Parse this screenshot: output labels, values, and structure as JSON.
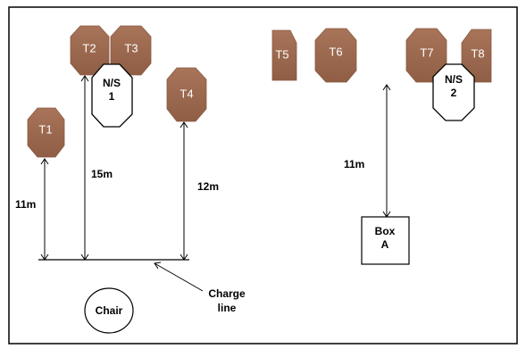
{
  "targets": {
    "t1": "T1",
    "t2": "T2",
    "t3": "T3",
    "t4": "T4",
    "t5": "T5",
    "t6": "T6",
    "t7": "T7",
    "t8": "T8"
  },
  "no_shoots": {
    "ns1": {
      "line1": "N/S",
      "line2": "1"
    },
    "ns2": {
      "line1": "N/S",
      "line2": "2"
    }
  },
  "distances": {
    "d11_left": "11m",
    "d15": "15m",
    "d12": "12m",
    "d11_right": "11m"
  },
  "box": {
    "line1": "Box",
    "line2": "A"
  },
  "chair": "Chair",
  "charge_line": {
    "line1": "Charge",
    "line2": "line"
  },
  "colors": {
    "target_fill": "#9e6a4e",
    "stroke": "#000000",
    "background": "#ffffff"
  }
}
